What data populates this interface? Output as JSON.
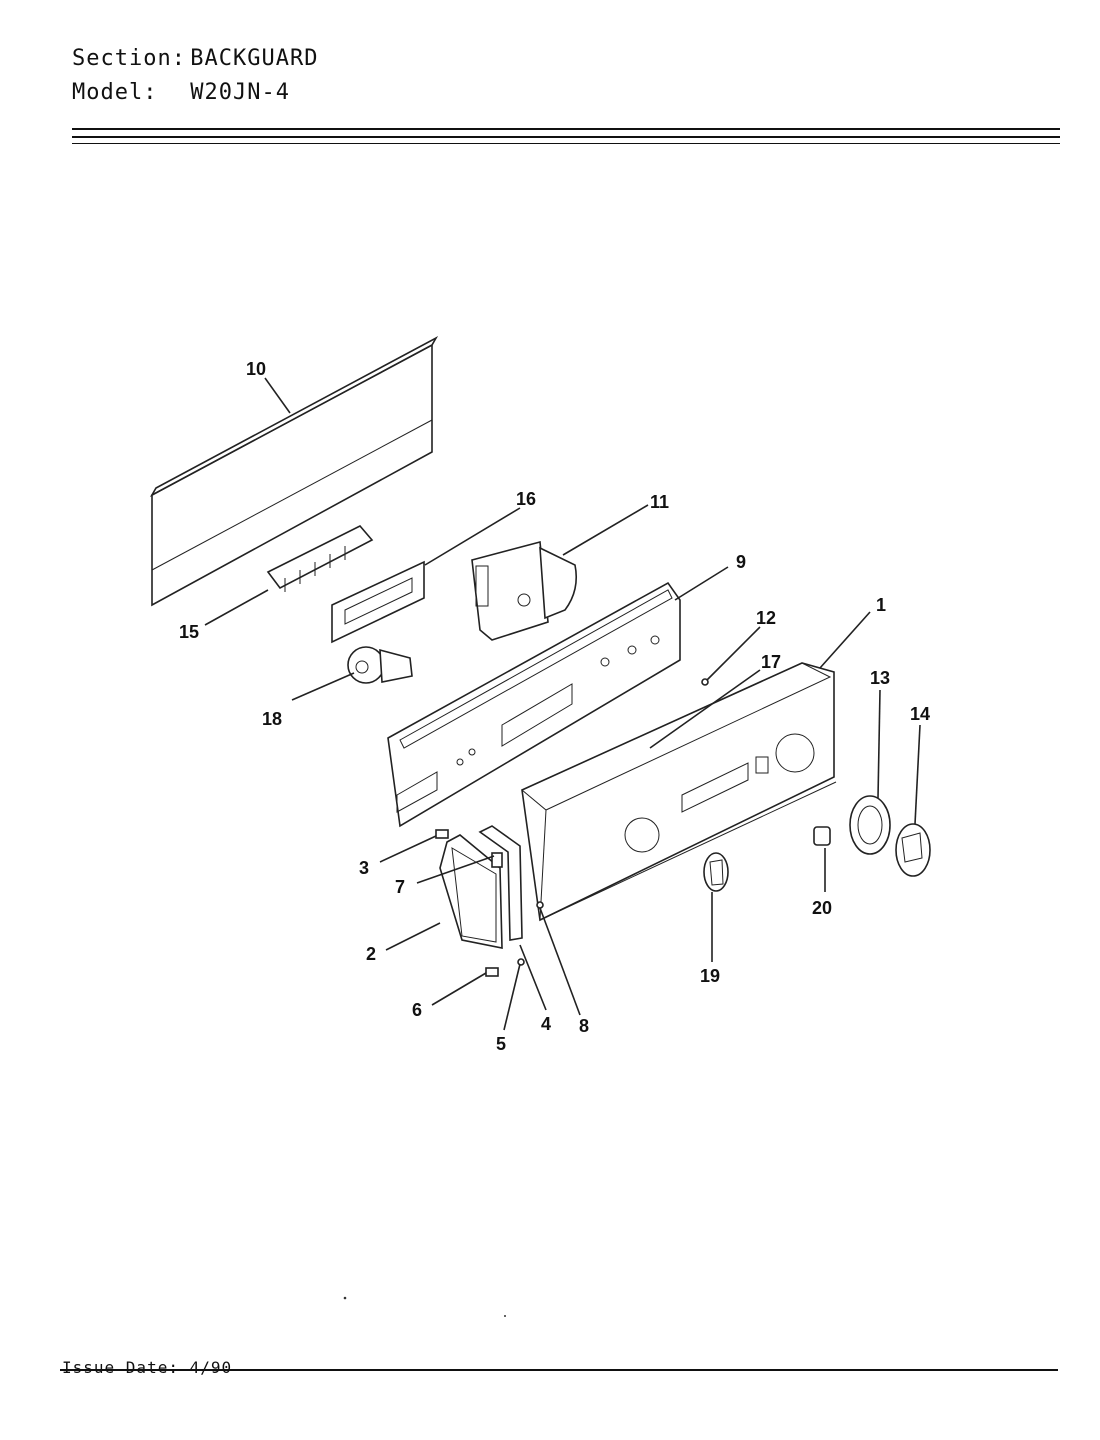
{
  "header": {
    "section_label": "Section:",
    "section_value": "BACKGUARD",
    "model_label": "Model:",
    "model_value": "W20JN-4"
  },
  "footer": {
    "issue_date": "Issue Date: 4/90"
  },
  "callouts": [
    "1",
    "2",
    "3",
    "4",
    "5",
    "6",
    "7",
    "8",
    "9",
    "10",
    "11",
    "12",
    "13",
    "14",
    "15",
    "16",
    "17",
    "18",
    "19",
    "20"
  ],
  "colors": {
    "ink": "#111111",
    "paper": "#ffffff"
  }
}
